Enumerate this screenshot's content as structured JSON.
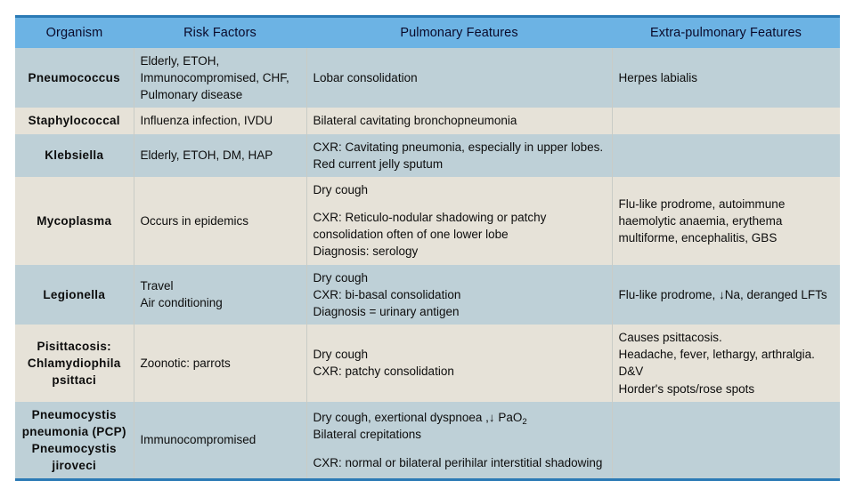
{
  "table": {
    "name": "pneumonia-organisms-table",
    "accent_header_bg": "#6cb3e4",
    "row_alt_bg_a": "#bed0d7",
    "row_alt_bg_b": "#e6e2d8",
    "border_color": "#2b7ab5",
    "columns": [
      {
        "key": "organism",
        "label": "Organism"
      },
      {
        "key": "risk",
        "label": "Risk Factors"
      },
      {
        "key": "pulmonary",
        "label": "Pulmonary Features"
      },
      {
        "key": "extra",
        "label": "Extra-pulmonary Features"
      }
    ],
    "rows": [
      {
        "organism": "Pneumococcus",
        "risk_lines": [
          "Elderly, ETOH,",
          "Immunocompromised, CHF,",
          "Pulmonary disease"
        ],
        "pulmonary_lines": [
          "Lobar consolidation"
        ],
        "extra_lines": [
          "Herpes labialis"
        ]
      },
      {
        "organism": "Staphylococcal",
        "risk_lines": [
          "Influenza infection, IVDU"
        ],
        "pulmonary_lines": [
          "Bilateral cavitating bronchopneumonia"
        ],
        "extra_lines": []
      },
      {
        "organism": "Klebsiella",
        "risk_lines": [
          "Elderly, ETOH, DM, HAP"
        ],
        "pulmonary_lines": [
          "CXR: Cavitating pneumonia, especially in upper lobes. Red current jelly sputum"
        ],
        "extra_lines": []
      },
      {
        "organism": "Mycoplasma",
        "risk_lines": [
          "Occurs in epidemics"
        ],
        "pulmonary_lines": [
          "Dry cough",
          "",
          "CXR: Reticulo-nodular shadowing or patchy consolidation often of one lower lobe",
          "Diagnosis: serology"
        ],
        "extra_lines": [
          "Flu-like prodrome, autoimmune haemolytic anaemia, erythema multiforme, encephalitis, GBS"
        ]
      },
      {
        "organism": "Legionella",
        "risk_lines": [
          "Travel",
          "Air conditioning"
        ],
        "pulmonary_lines": [
          "Dry cough",
          "CXR: bi-basal consolidation",
          "Diagnosis = urinary antigen"
        ],
        "extra_lines": [
          "Flu-like prodrome, ↓Na, deranged LFTs"
        ]
      },
      {
        "organism_lines": [
          "Pisittacosis:",
          "Chlamydiophila",
          "psittaci"
        ],
        "risk_lines": [
          "Zoonotic: parrots"
        ],
        "pulmonary_lines": [
          "Dry cough",
          "CXR: patchy consolidation"
        ],
        "extra_lines": [
          "Causes psittacosis.",
          "Headache, fever, lethargy, arthralgia.",
          "D&V",
          "Horder's spots/rose spots"
        ]
      },
      {
        "organism_lines": [
          "Pneumocystis",
          "pneumonia (PCP)",
          "Pneumocystis",
          "jiroveci"
        ],
        "risk_lines": [
          "Immunocompromised"
        ],
        "pulmonary_lines": [
          "Dry cough, exertional dyspnoea ,↓ PaO<sub>2</sub>",
          "Bilateral crepitations",
          "",
          "CXR: normal or bilateral perihilar interstitial shadowing"
        ],
        "extra_lines": []
      }
    ]
  }
}
